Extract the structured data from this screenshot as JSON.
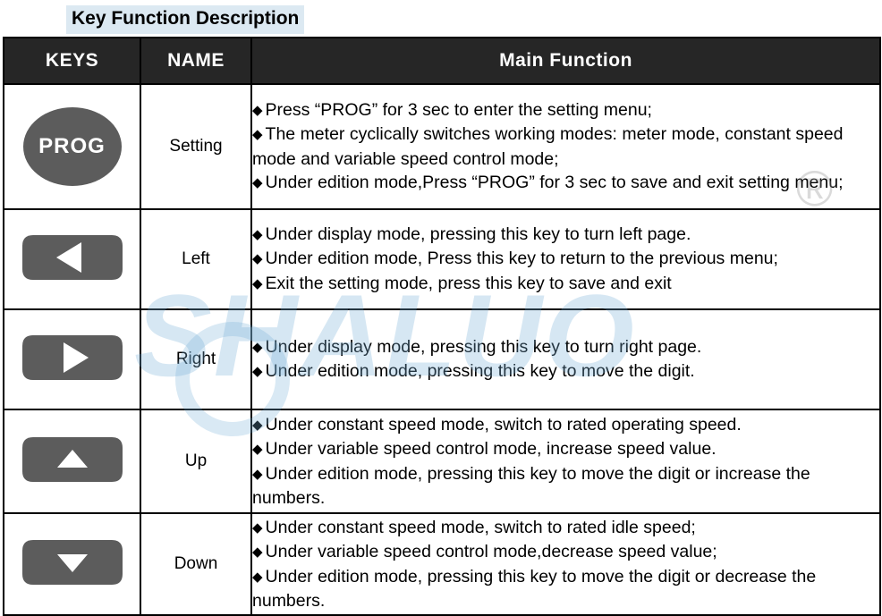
{
  "title": "Key Function Description",
  "watermark": {
    "text": "SHALUO",
    "registered_mark": "®"
  },
  "table": {
    "headers": [
      "KEYS",
      "NAME",
      "Main Function"
    ],
    "rows": [
      {
        "key_icon": "prog-round-button",
        "key_label": "PROG",
        "name": "Setting",
        "functions": [
          "Press “PROG” for 3 sec to enter the setting menu;",
          "The meter cyclically switches working modes: meter mode, constant speed mode and variable speed control mode;",
          "Under edition mode,Press “PROG” for 3 sec to save and exit setting menu;"
        ]
      },
      {
        "key_icon": "left-arrow-key",
        "key_label": "",
        "name": "Left",
        "functions": [
          "Under display mode, pressing this key to turn left page.",
          "Under edition mode, Press this key to return to the previous menu;",
          "Exit the setting mode, press this key to save and exit"
        ]
      },
      {
        "key_icon": "right-arrow-key",
        "key_label": "",
        "name": "Right",
        "functions": [
          "Under display mode, pressing this key to turn right page.",
          "Under edition mode, pressing this key to move the digit."
        ]
      },
      {
        "key_icon": "up-arrow-key",
        "key_label": "",
        "name": "Up",
        "functions": [
          "Under constant speed mode, switch to rated operating speed.",
          "Under variable speed control mode, increase speed value.",
          "Under edition mode, pressing this key to move the digit or increase the numbers."
        ]
      },
      {
        "key_icon": "down-arrow-key",
        "key_label": "",
        "name": "Down",
        "functions": [
          "Under constant speed mode, switch to rated idle speed;",
          "Under variable speed control mode,decrease speed value;",
          "Under edition mode, pressing this key to move the digit or decrease the numbers."
        ]
      }
    ]
  },
  "colors": {
    "header_bg": "#262626",
    "header_text": "#ffffff",
    "key_gray": "#5c5c5c",
    "title_highlight": "#dce9f2",
    "watermark_blue": "#78afd7"
  },
  "bullet_glyph": "◆"
}
